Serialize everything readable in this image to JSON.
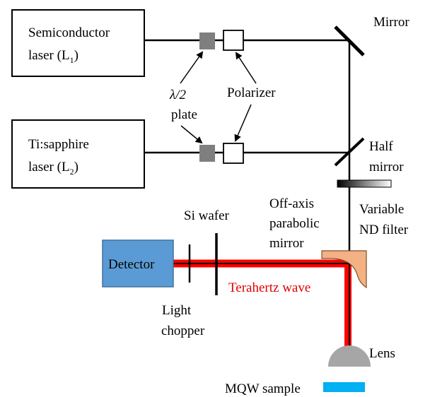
{
  "labels": {
    "laser1_line1": "Semiconductor",
    "laser1_line2_prefix": "laser (L",
    "laser1_sub": "1",
    "laser1_suffix": ")",
    "laser2_line1": "Ti:sapphire",
    "laser2_line2_prefix": "laser (L",
    "laser2_sub": "2",
    "laser2_suffix": ")",
    "mirror": "Mirror",
    "half_mirror_line1": "Half",
    "half_mirror_line2": "mirror",
    "waveplate_line1": "λ/2",
    "waveplate_line2": "plate",
    "polarizer": "Polarizer",
    "nd_filter_line1": "Variable",
    "nd_filter_line2": "ND filter",
    "oap_line1": "Off-axis",
    "oap_line2": "parabolic",
    "oap_line3": "mirror",
    "si_wafer": "Si wafer",
    "detector": "Detector",
    "terahertz": "Terahertz wave",
    "chopper_line1": "Light",
    "chopper_line2": "chopper",
    "lens": "Lens",
    "sample": "MQW sample"
  },
  "colors": {
    "terahertz_beam": "#ff0000",
    "detector_fill": "#5b9bd5",
    "oap_mirror": "#f4b183",
    "sample": "#00b0f0",
    "lens": "#a6a6a6",
    "waveplate": "#7f7f7f"
  }
}
